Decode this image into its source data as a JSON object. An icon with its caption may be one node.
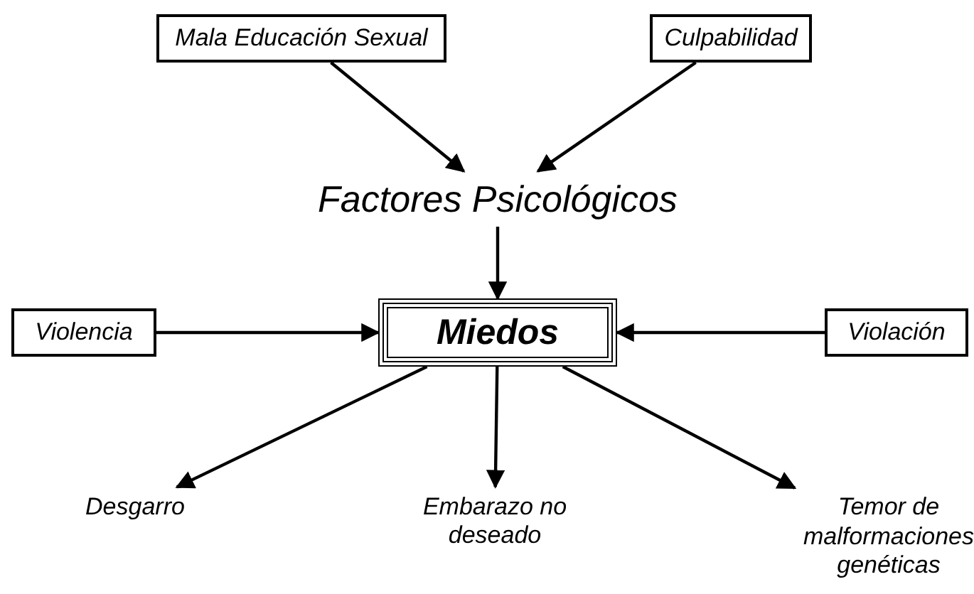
{
  "diagram": {
    "nodes": [
      {
        "text": [
          "Mala Educación Sexual"
        ]
      },
      {
        "text": [
          "Culpabilidad"
        ]
      },
      {
        "text": [
          "Factores Psicológicos"
        ]
      },
      {
        "text": [
          "Violencia"
        ]
      },
      {
        "text": [
          "Miedos"
        ]
      },
      {
        "text": [
          "Violación"
        ]
      },
      {
        "text": [
          "Desgarro"
        ]
      },
      {
        "text": [
          "Embarazo no deseado"
        ]
      },
      {
        "text": [
          "Temor de malformaciones genéticas"
        ]
      }
    ],
    "edges": [
      {
        "from": 0,
        "to": 2,
        "arrow": "to"
      },
      {
        "from": 1,
        "to": 2,
        "arrow": "to"
      },
      {
        "from": 2,
        "to": 4,
        "arrow": "to"
      },
      {
        "from": 3,
        "to": 4,
        "arrow": "to"
      },
      {
        "from": 5,
        "to": 4,
        "arrow": "to"
      },
      {
        "from": 4,
        "to": 6,
        "arrow": "to"
      },
      {
        "from": 4,
        "to": 7,
        "arrow": "to"
      },
      {
        "from": 4,
        "to": 8,
        "arrow": "to"
      }
    ]
  }
}
